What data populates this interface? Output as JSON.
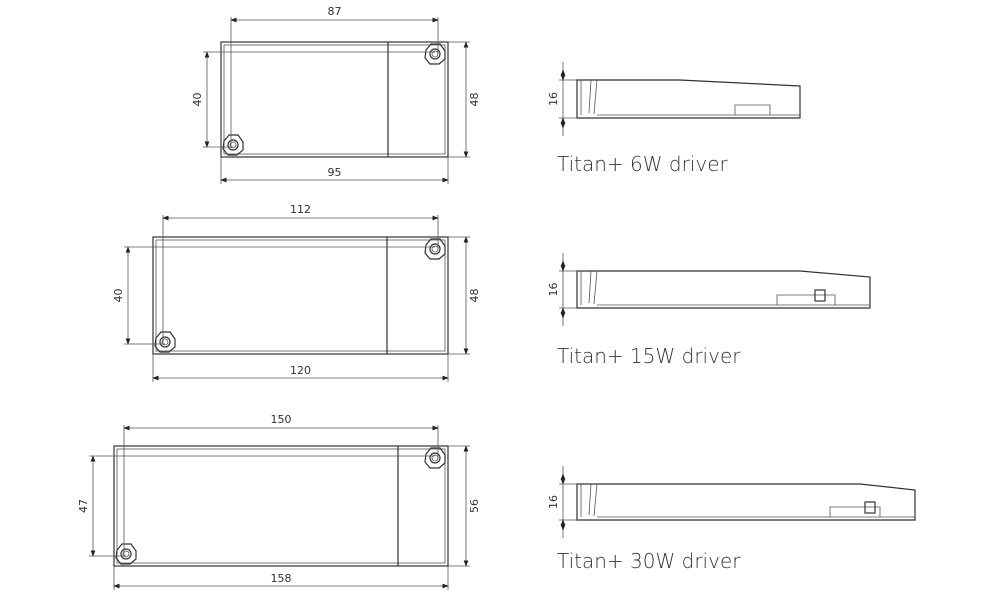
{
  "drivers": [
    {
      "name": "Titan+ 6W driver",
      "dims": {
        "top": "87",
        "bottom": "95",
        "left": "40",
        "right": "48",
        "height": "16"
      }
    },
    {
      "name": "Titan+ 15W driver",
      "dims": {
        "top": "112",
        "bottom": "120",
        "left": "40",
        "right": "48",
        "height": "16"
      }
    },
    {
      "name": "Titan+ 30W driver",
      "dims": {
        "top": "150",
        "bottom": "158",
        "left": "47",
        "right": "56",
        "height": "16"
      }
    }
  ]
}
